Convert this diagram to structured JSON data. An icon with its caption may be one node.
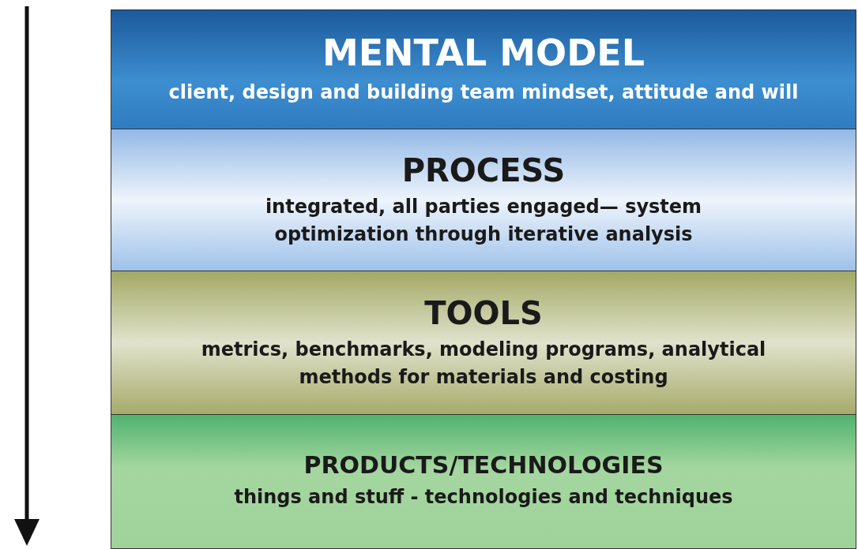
{
  "diagram": {
    "nodes": [
      {
        "text": [
          "MENTAL MODEL",
          "client, design and building team mindset, attitude and will"
        ]
      },
      {
        "text": [
          "PROCESS",
          "integrated, all parties engaged— system optimization through iterative analysis"
        ]
      },
      {
        "text": [
          "TOOLS",
          "metrics, benchmarks, modeling programs, analytical methods for materials and costing"
        ]
      },
      {
        "text": [
          "PRODUCTS/TECHNOLOGIES",
          "things and stuff - technologies and techniques"
        ]
      }
    ]
  }
}
